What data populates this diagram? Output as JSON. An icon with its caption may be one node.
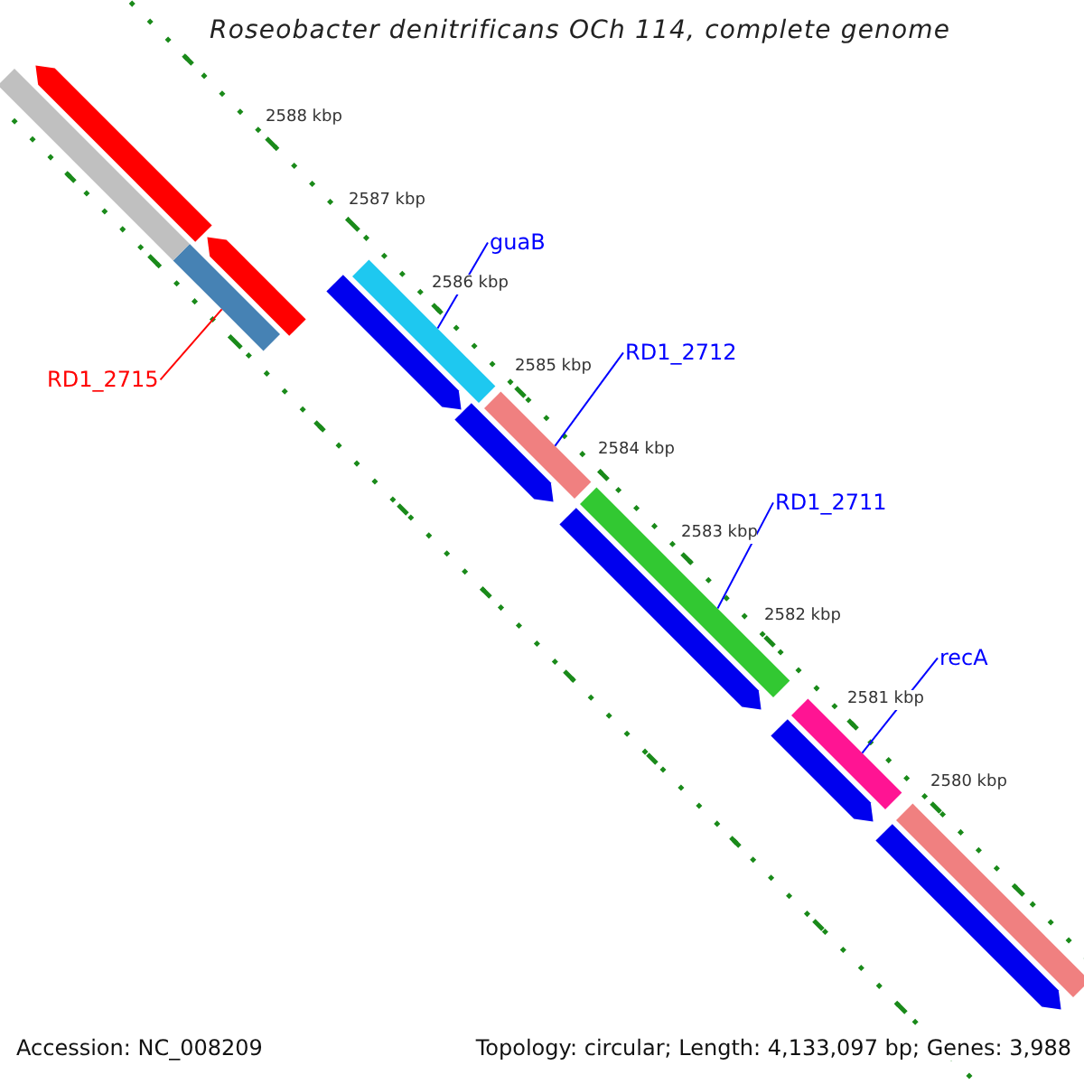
{
  "diagram": {
    "title": "Roseobacter denitrificans OCh 114, complete genome",
    "nodes": [
      {
        "text": [
          "guaB"
        ]
      },
      {
        "text": [],
        "shape": "bar"
      },
      {
        "text": [
          "RD1_2712"
        ]
      },
      {
        "text": [],
        "shape": "bar"
      },
      {
        "text": [
          "RD1_2711"
        ]
      },
      {
        "text": [],
        "shape": "bar"
      },
      {
        "text": [
          "recA"
        ]
      },
      {
        "text": [],
        "shape": "bar"
      },
      {
        "text": [
          "RD1_2715"
        ]
      },
      {
        "text": [],
        "shape": "bar"
      },
      {
        "text": [],
        "shape": "bar"
      },
      {
        "text": [],
        "shape": "bar"
      },
      {
        "text": [],
        "shape": "bar"
      },
      {
        "text": [],
        "shape": "bar"
      },
      {
        "text": [],
        "shape": "bar"
      },
      {
        "text": [],
        "shape": "bar"
      },
      {
        "text": [],
        "shape": "bar"
      },
      {
        "text": [],
        "shape": "bar"
      },
      {
        "text": [],
        "shape": "bar"
      }
    ],
    "edges": [
      {
        "from": 0,
        "to": 1,
        "arrow": "none"
      },
      {
        "from": 2,
        "to": 3,
        "arrow": "none"
      },
      {
        "from": 4,
        "to": 5,
        "arrow": "none"
      },
      {
        "from": 6,
        "to": 7,
        "arrow": "none"
      },
      {
        "from": 8,
        "to": 9,
        "arrow": "none",
        "color": "#ff0000"
      }
    ],
    "labels": [
      "2588 kbp",
      "2587 kbp",
      "2586 kbp",
      "2585 kbp",
      "2584 kbp",
      "2583 kbp",
      "2582 kbp",
      "2581 kbp",
      "2580 kbp",
      "Accession: NC_008209",
      "Topology: circular; Length: 4,133,097 bp; Genes: 3,988"
    ]
  }
}
